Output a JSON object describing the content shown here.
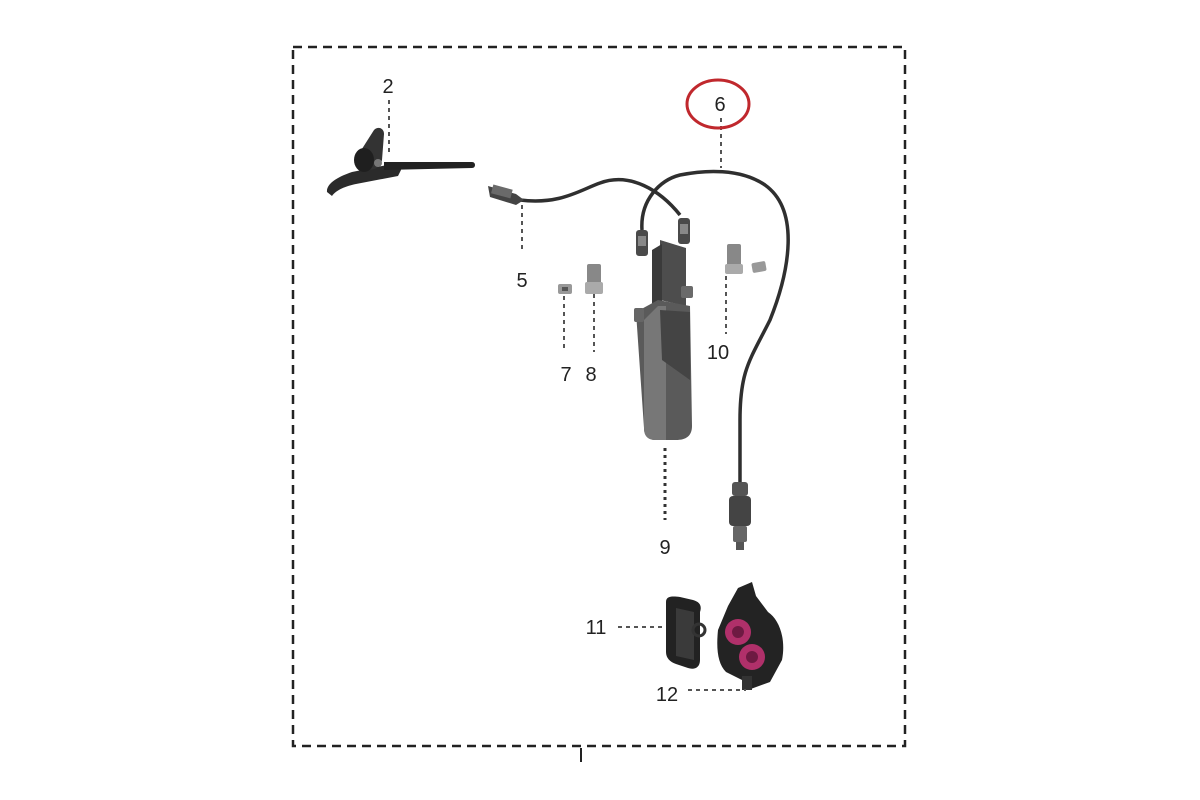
{
  "diagram": {
    "callouts": [
      {
        "id": "2",
        "label": "2"
      },
      {
        "id": "5",
        "label": "5"
      },
      {
        "id": "6",
        "label": "6"
      },
      {
        "id": "7",
        "label": "7"
      },
      {
        "id": "8",
        "label": "8"
      },
      {
        "id": "9",
        "label": "9"
      },
      {
        "id": "10",
        "label": "10"
      },
      {
        "id": "11",
        "label": "11"
      },
      {
        "id": "12",
        "label": "12"
      }
    ],
    "highlighted_callout": "6",
    "colors": {
      "frame": "#222222",
      "leader": "#555555",
      "highlight": "#c0282d",
      "part_dark": "#2b2b2b",
      "part_mid": "#555555",
      "part_light": "#8c8c8c",
      "piston": "#b0306a"
    }
  }
}
